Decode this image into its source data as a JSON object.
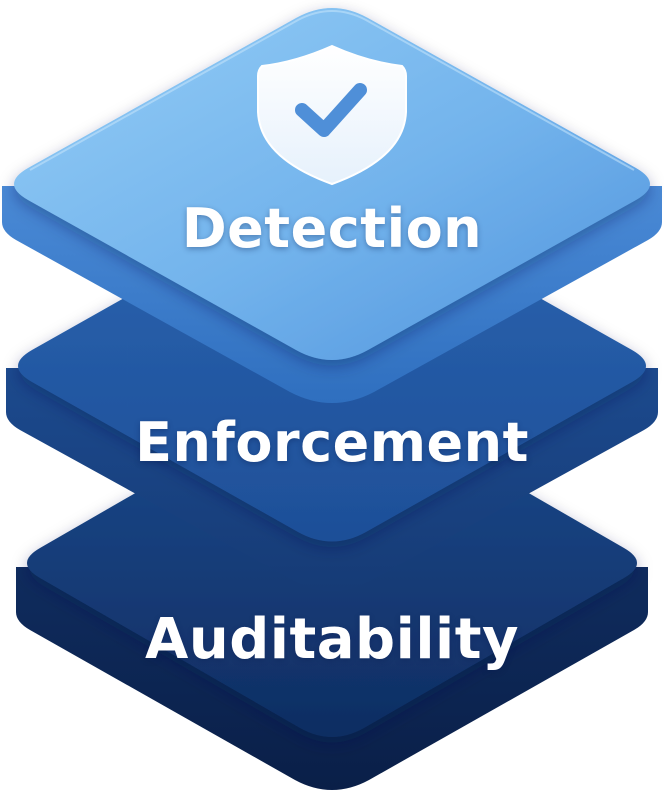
{
  "layers": [
    {
      "label": "Detection"
    },
    {
      "label": "Enforcement"
    },
    {
      "label": "Auditability"
    }
  ],
  "icon": "shield-check-icon",
  "colors": {
    "top_layer": "#7bbcf0",
    "middle_layer": "#2b68b5",
    "bottom_layer": "#143a78",
    "shield": "#ffffff",
    "check": "#4f8fd8"
  }
}
